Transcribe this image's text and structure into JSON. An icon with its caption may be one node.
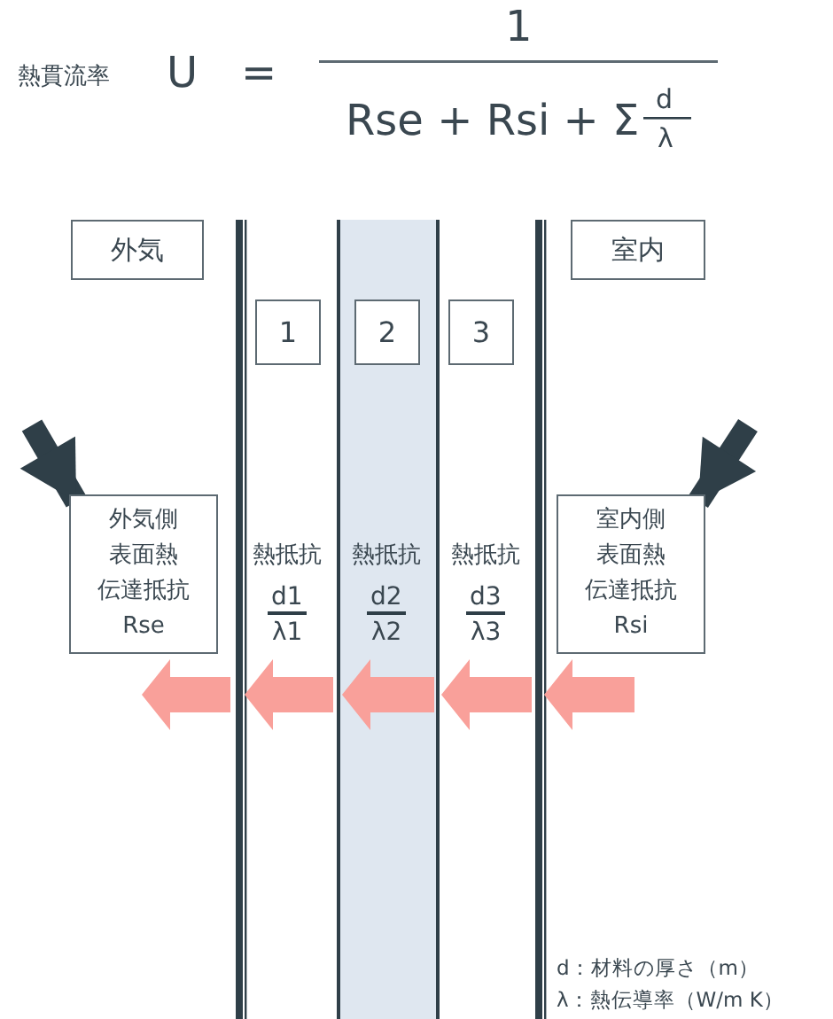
{
  "diagram": {
    "nodes": [
      {
        "text": [
          "外気"
        ]
      },
      {
        "text": [
          "室内"
        ]
      },
      {
        "text": [
          "1"
        ]
      },
      {
        "text": [
          "2"
        ]
      },
      {
        "text": [
          "3"
        ]
      },
      {
        "text": [
          "外気側表面熱伝達抵抗",
          "Rse"
        ]
      },
      {
        "text": [
          "室内側表面熱伝達抵抗",
          "Rsi"
        ]
      }
    ],
    "edges": [
      {
        "from": null,
        "to": 5,
        "arrow": "to"
      },
      {
        "from": null,
        "to": 6,
        "arrow": "to"
      }
    ],
    "labels": [
      "熱貫流率",
      "U",
      "=",
      "1",
      "Rse + Rsi + Σ",
      "d",
      "λ",
      "熱抵抗",
      "d1",
      "λ1",
      "熱抵抗",
      "d2",
      "λ2",
      "熱抵抗",
      "d3",
      "λ3",
      "d：材料の厚さ（m）",
      "λ：熱伝導率（W/m K）"
    ]
  }
}
